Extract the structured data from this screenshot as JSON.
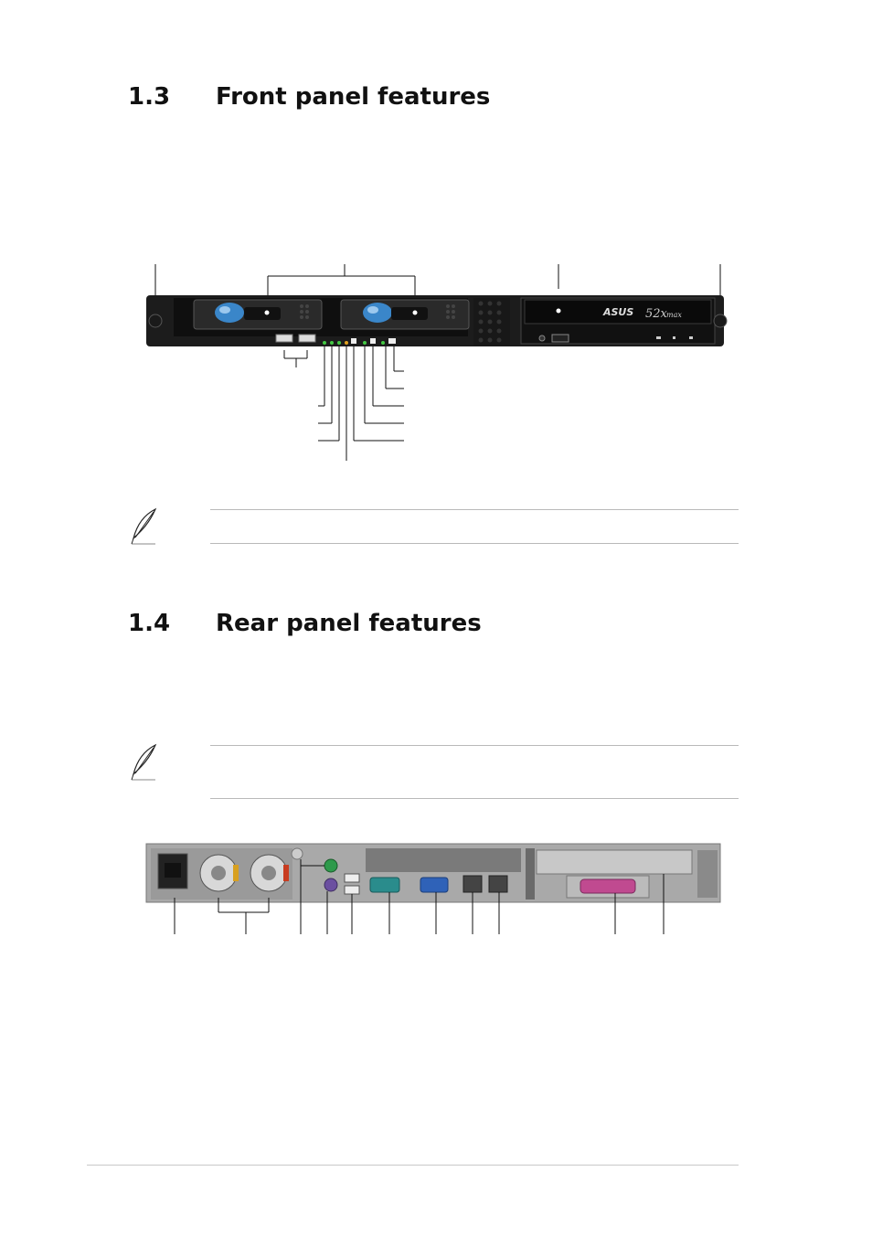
{
  "sections": {
    "front": {
      "number": "1.3",
      "title": "Front panel features"
    },
    "rear": {
      "number": "1.4",
      "title": "Rear panel features"
    }
  },
  "front_panel": {
    "drive_brand": "ASUS",
    "drive_speed": "52x",
    "drive_speed_suffix": "max"
  },
  "colors": {
    "bay_handle": "#3a86c9",
    "ps2_mouse": "#2e9a4b",
    "ps2_keyboard": "#6b4fa0",
    "com_port": "#2a8c8c",
    "vga_port": "#2f62b8",
    "parallel_port": "#c04a90",
    "chassis_dark": "#1c1c1c",
    "chassis_rear": "#a9a9a9"
  },
  "icons": [
    "note-feather-icon",
    "note-feather-icon"
  ]
}
